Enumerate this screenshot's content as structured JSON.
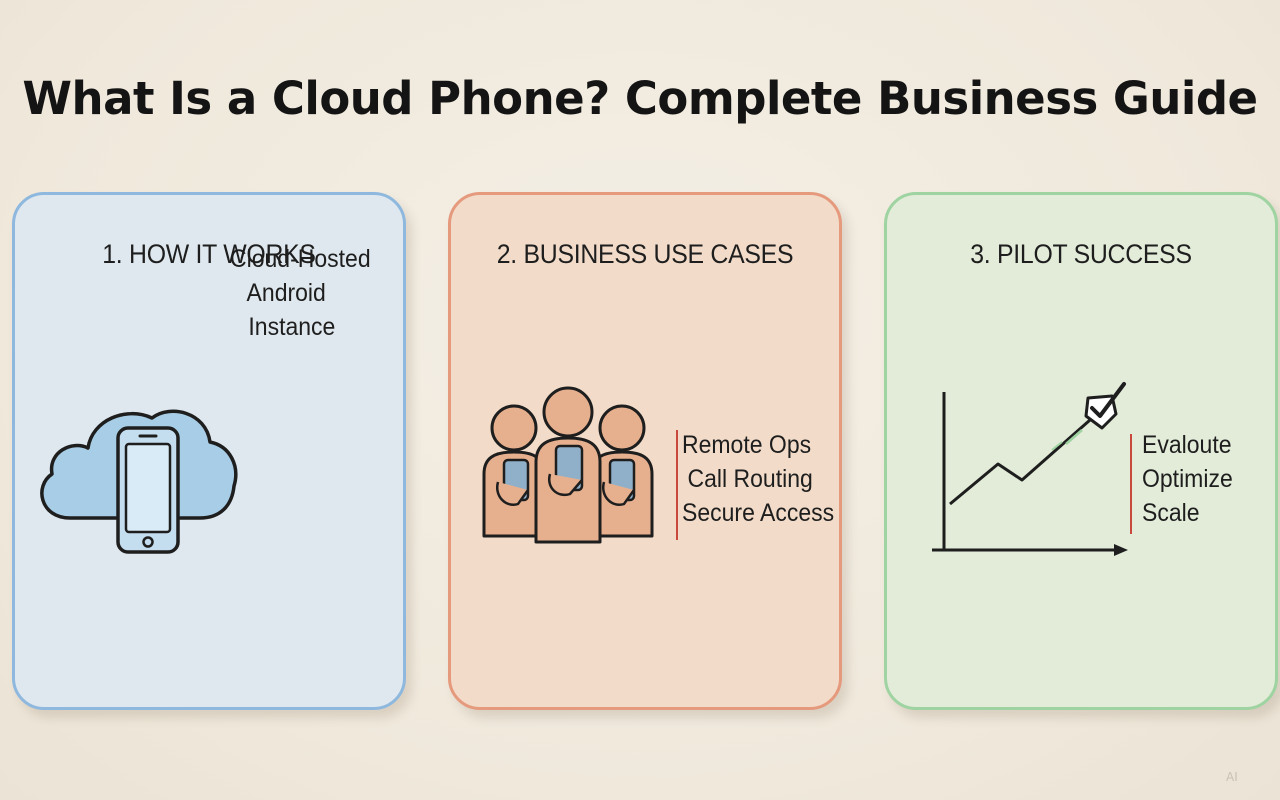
{
  "title": "What Is a Cloud Phone? Complete Business Guide",
  "cards": [
    {
      "heading": "1. HOW IT WORKS",
      "lines": [
        "Cloud-Hosted",
        "Android",
        "Instance"
      ],
      "icon": "cloud-phone-icon",
      "accent": "#8fb8de"
    },
    {
      "heading": "2. BUSINESS USE CASES",
      "lines": [
        "Remote Ops",
        "Call Routing",
        "Secure Access"
      ],
      "icon": "people-with-phones-icon",
      "accent": "#e69a7d"
    },
    {
      "heading": "3. PILOT SUCCESS",
      "lines": [
        "Evaloute",
        "Optimize",
        "Scale"
      ],
      "icon": "growth-chart-check-icon",
      "accent": "#9fd3a1"
    }
  ],
  "watermark": "AI"
}
